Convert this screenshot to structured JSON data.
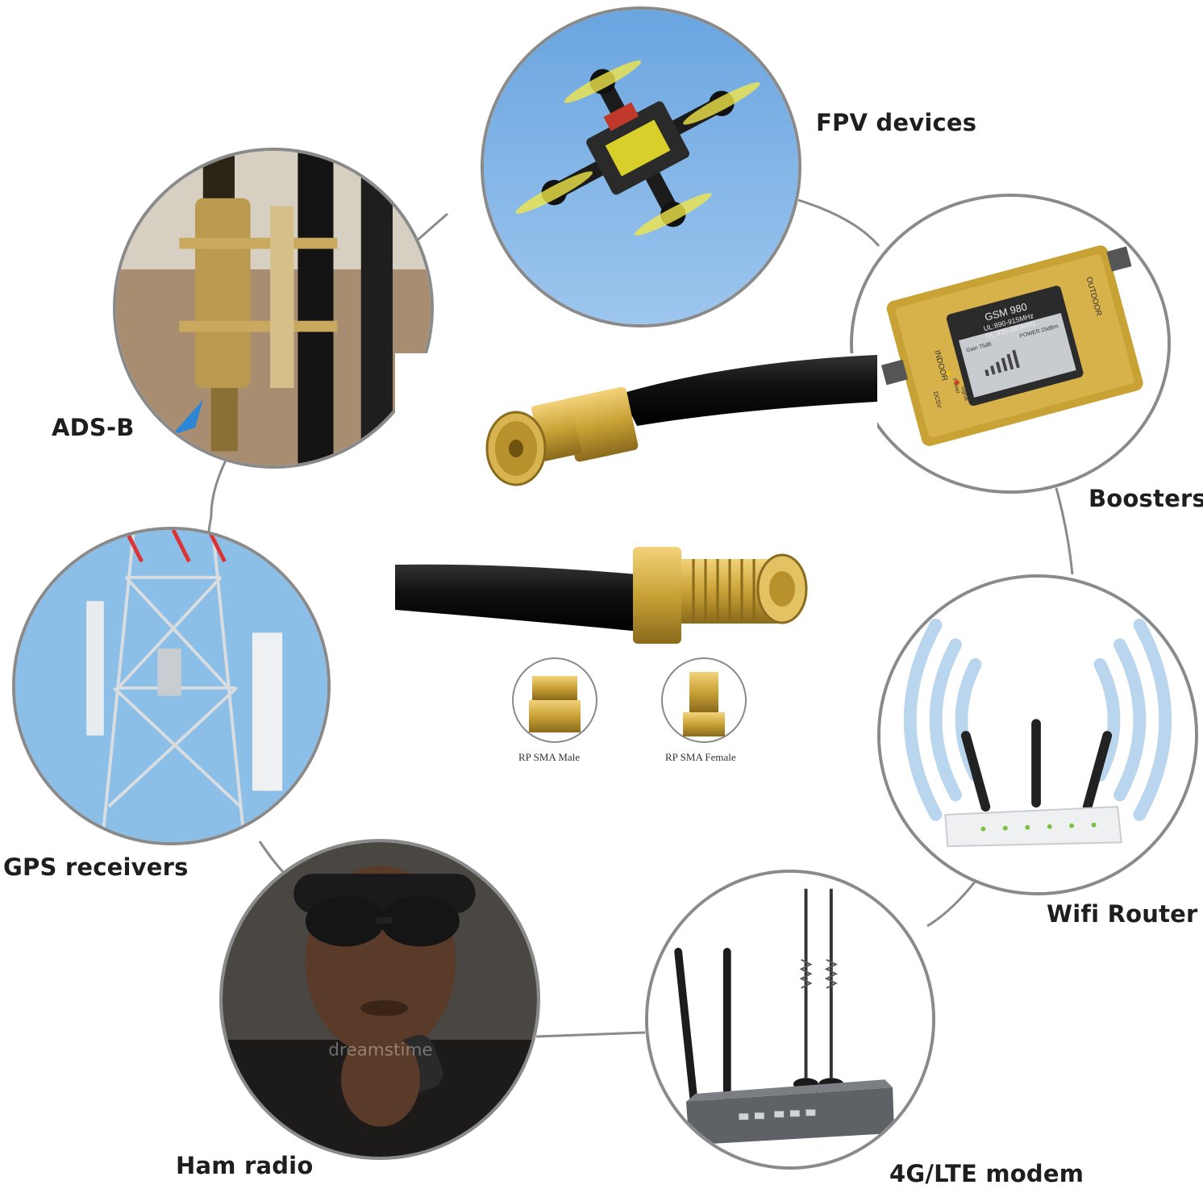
{
  "applications": [
    {
      "id": "fpv",
      "label": "FPV devices",
      "icon": "drone-icon"
    },
    {
      "id": "adsb",
      "label": "ADS-B",
      "icon": "antenna-mount-icon"
    },
    {
      "id": "boosters",
      "label": "Boosters",
      "icon": "signal-booster-icon"
    },
    {
      "id": "gps",
      "label": "GPS receivers",
      "icon": "cell-tower-icon"
    },
    {
      "id": "wifi",
      "label": "Wifi Router",
      "icon": "wifi-router-icon"
    },
    {
      "id": "ham",
      "label": "Ham radio",
      "icon": "radio-operator-icon"
    },
    {
      "id": "lte",
      "label": "4G/LTE modem",
      "icon": "lte-modem-icon"
    }
  ],
  "connectors": {
    "male_label": "RP SMA Male",
    "female_label": "RP SMA Female"
  },
  "booster_device": {
    "model": "GSM 980",
    "ul": "UL:890-915MHz",
    "dl": "DL:935-960MHz",
    "port_out": "OUTDOOR",
    "port_in": "INDOOR",
    "dc": "DC5V",
    "power": "Power",
    "signal": "Signal",
    "gain": "Gain 75dB",
    "power_reading": "POWER 25dBm"
  },
  "watermark": "dreamstime",
  "colors": {
    "ring": "#8a8a8a",
    "gold": "#c9a236",
    "cable": "#111111",
    "sky": "#7fb2e6",
    "wifi_waves": "#b9d6ee"
  }
}
